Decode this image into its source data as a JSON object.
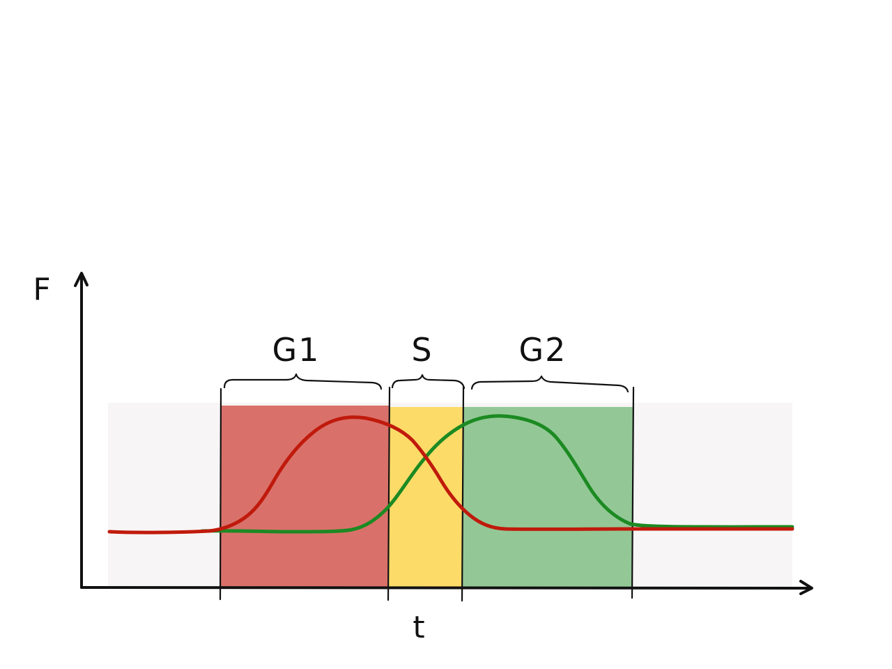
{
  "axes": {
    "y_label": "F",
    "x_label": "t"
  },
  "phases": [
    {
      "label": "G1",
      "color": "#d9716a"
    },
    {
      "label": "S",
      "color": "#fcdb68"
    },
    {
      "label": "G2",
      "color": "#93c896"
    }
  ],
  "background_band_color": "#f7f5f5",
  "series": [
    {
      "color": "#c01a0c"
    },
    {
      "color": "#1c8a22"
    }
  ]
}
